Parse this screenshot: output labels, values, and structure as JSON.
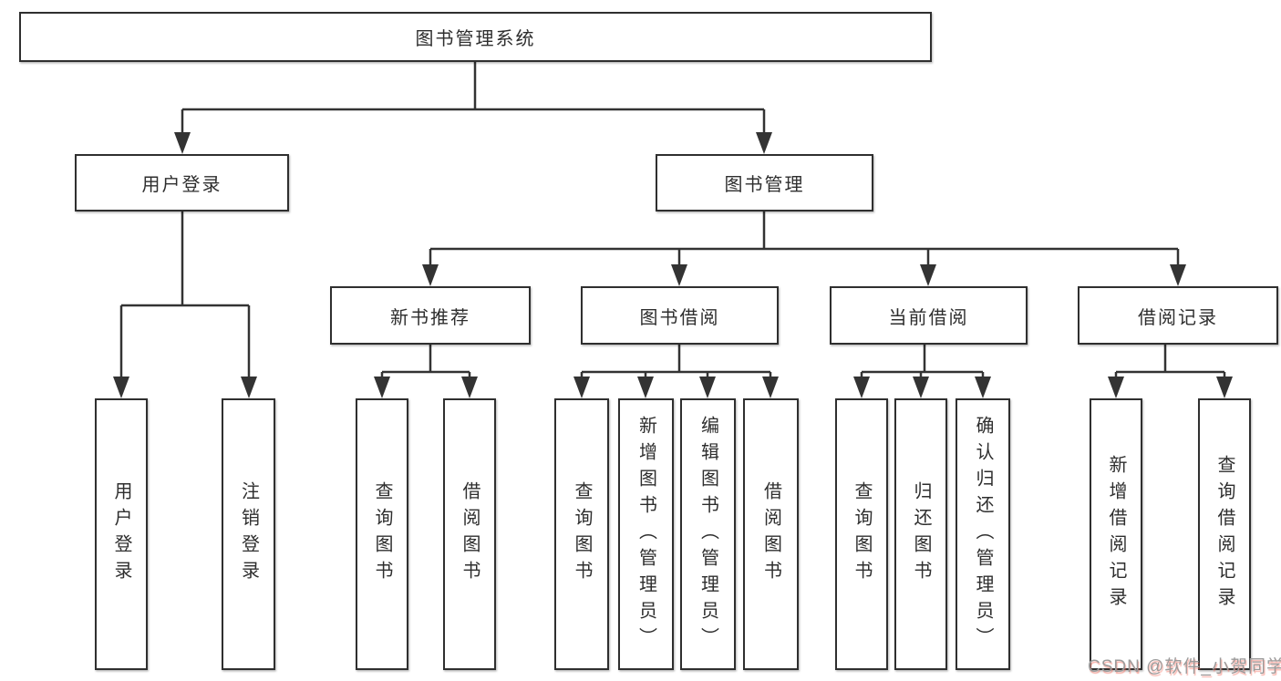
{
  "diagram": {
    "root": {
      "label": "图书管理系统"
    },
    "branches": [
      {
        "label": "用户登录",
        "children": [
          {
            "label": "用户登录"
          },
          {
            "label": "注销登录"
          }
        ]
      },
      {
        "label": "图书管理",
        "children": [
          {
            "label": "新书推荐",
            "children": [
              {
                "label": "查询图书"
              },
              {
                "label": "借阅图书"
              }
            ]
          },
          {
            "label": "图书借阅",
            "children": [
              {
                "label": "查询图书"
              },
              {
                "label": "新增图书（管理员）"
              },
              {
                "label": "编辑图书（管理员）"
              },
              {
                "label": "借阅图书"
              }
            ]
          },
          {
            "label": "当前借阅",
            "children": [
              {
                "label": "查询图书"
              },
              {
                "label": "归还图书"
              },
              {
                "label": "确认归还（管理员）"
              }
            ]
          },
          {
            "label": "借阅记录",
            "children": [
              {
                "label": "新增借阅记录"
              },
              {
                "label": "查询借阅记录"
              }
            ]
          }
        ]
      }
    ],
    "colors": {
      "line": "#333333",
      "box_border": "#2f2f2f",
      "text": "#2e2e2e",
      "box_background": "#ffffff",
      "watermark": "#9b9b9b",
      "watermark_accent": "#f47060"
    }
  },
  "watermark": {
    "text": "CSDN @软件_小贺同学"
  }
}
